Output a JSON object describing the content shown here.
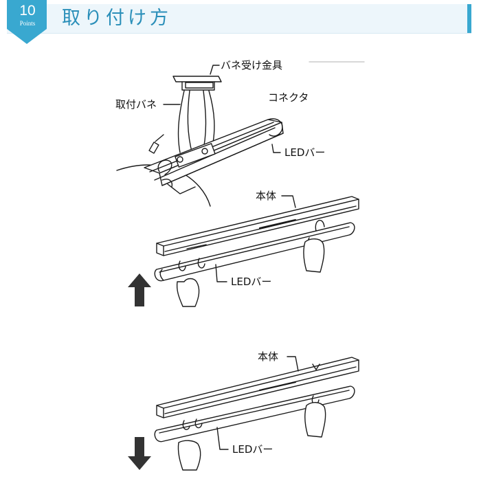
{
  "header": {
    "step_number": "10",
    "step_sub": "Points",
    "title": "取り付け方"
  },
  "labels": {
    "spring_bracket": "バネ受け金具",
    "spring": "取付バネ",
    "connector": "コネクタ",
    "led_bar_top": "LEDバー",
    "body_up": "本体",
    "led_bar_up": "LEDバー",
    "body_down": "本体",
    "led_bar_down": "LEDバー"
  },
  "colors": {
    "accent": "#39a8d0",
    "title": "#2a8fb9",
    "header_bg": "#edf6fb",
    "arrow": "#333333"
  },
  "icons": [
    "step-badge-icon",
    "arrow-up-icon",
    "arrow-down-icon",
    "hand-icon"
  ]
}
